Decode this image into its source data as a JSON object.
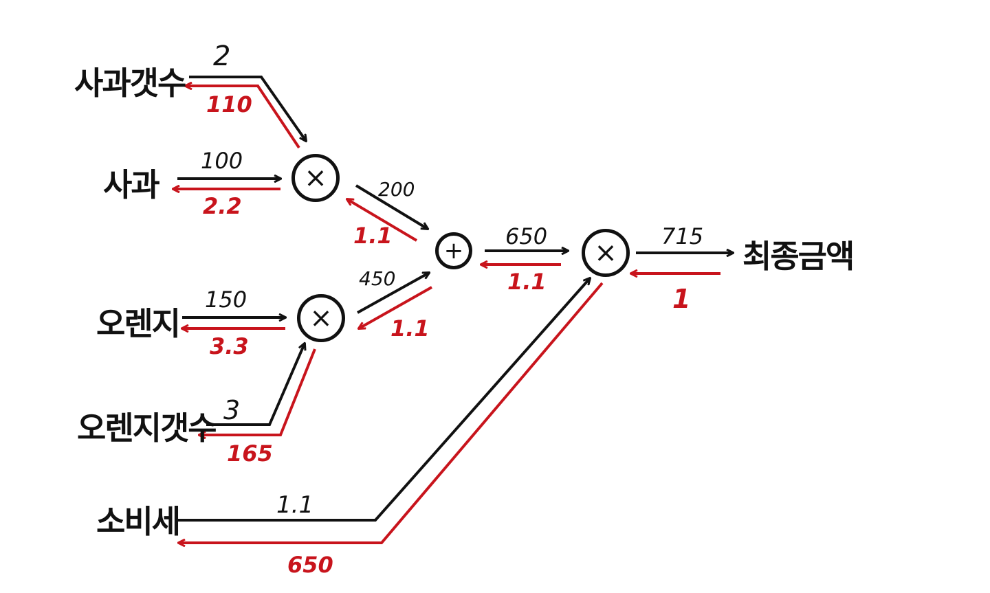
{
  "colors": {
    "forward": "#111111",
    "backward": "#c8141c"
  },
  "nodes": {
    "apple_count": "사과갯수",
    "apple": "사과",
    "orange": "오렌지",
    "orange_count": "오렌지갯수",
    "tax": "소비세",
    "total": "최종금액"
  },
  "operators": {
    "mul_apple": "×",
    "mul_orange": "×",
    "add": "+",
    "mul_tax": "×"
  },
  "forward_values": {
    "apple_count": "2",
    "apple": "100",
    "mul_apple_out": "200",
    "orange": "150",
    "orange_count": "3",
    "mul_orange_out": "450",
    "add_out": "650",
    "tax": "1.1",
    "total": "715"
  },
  "backward_values": {
    "apple_count": "110",
    "apple": "2.2",
    "mul_apple_out": "1.1",
    "orange": "3.3",
    "orange_count": "165",
    "mul_orange_out": "1.1",
    "add_out": "1.1",
    "tax": "650",
    "total": "1"
  }
}
